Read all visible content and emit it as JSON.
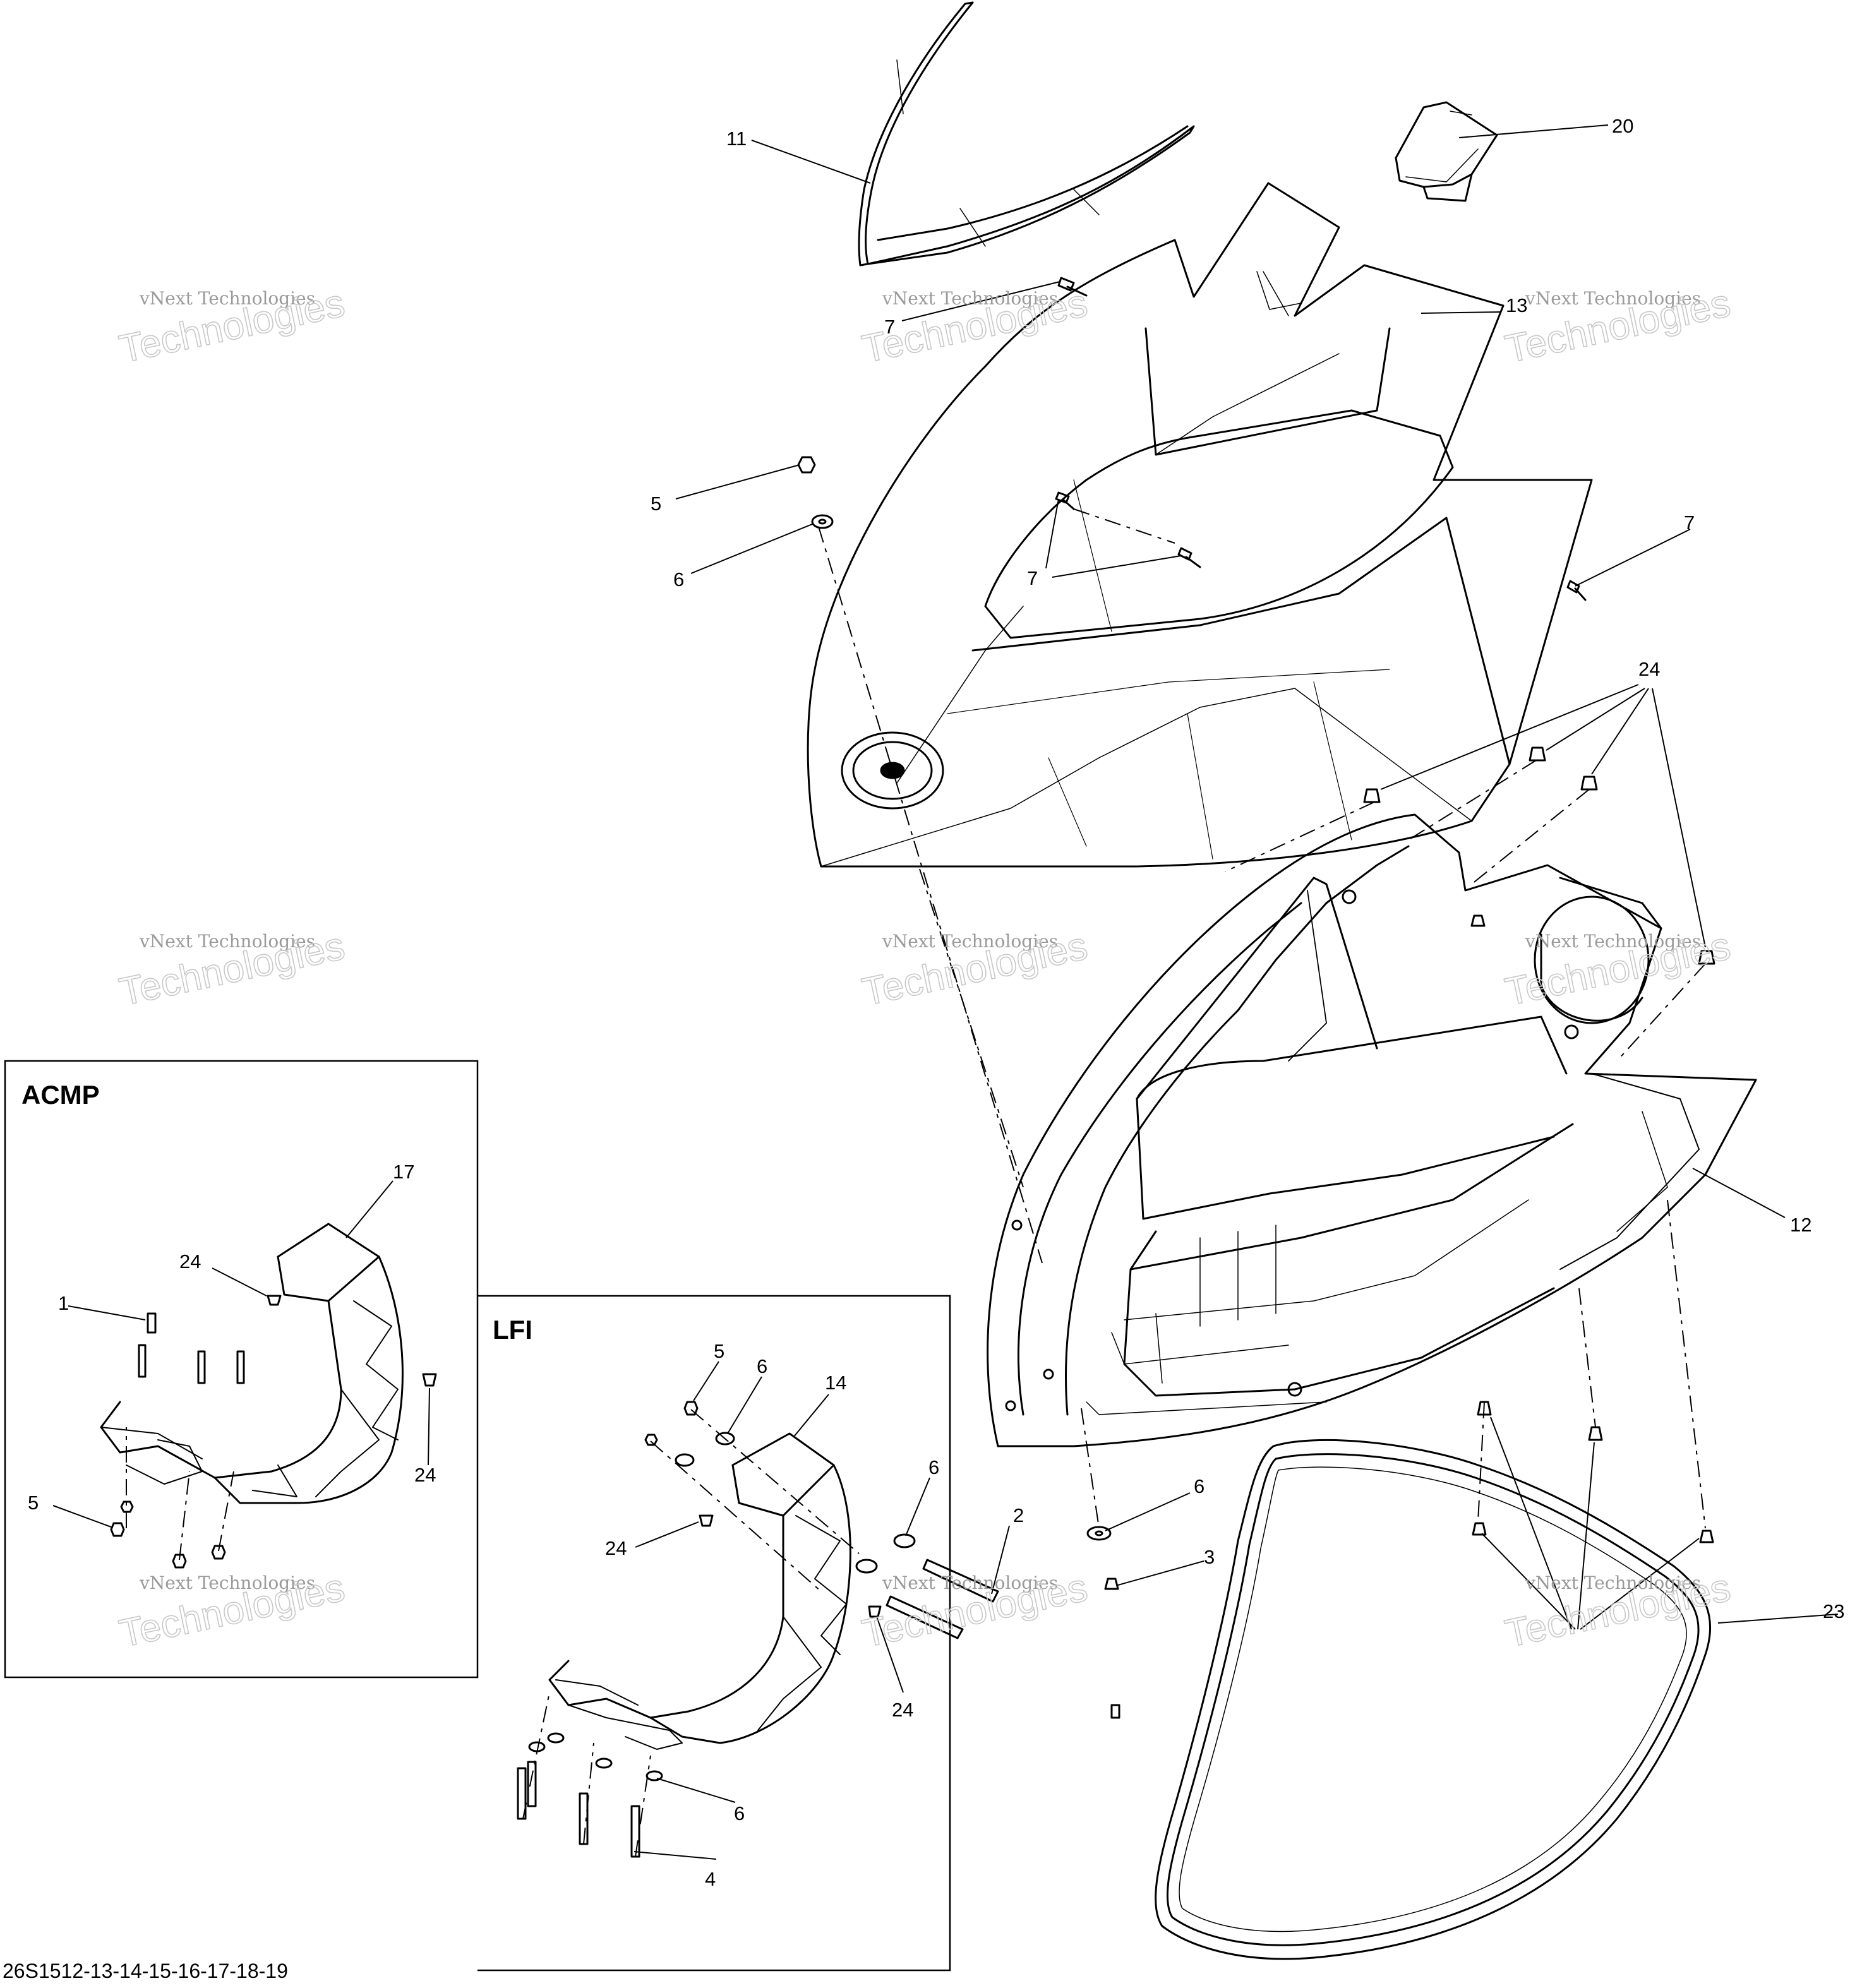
{
  "diagram": {
    "drawing_code": "26S1512-13-14-15-16-17-18-19",
    "watermark": {
      "line1": "vNext Technologies",
      "line2": "Technologies"
    },
    "insets": [
      {
        "id": "acmp",
        "title": "ACMP"
      },
      {
        "id": "lfi",
        "title": "LFI"
      }
    ],
    "callouts": [
      {
        "id": "c11",
        "text": "11"
      },
      {
        "id": "c20",
        "text": "20"
      },
      {
        "id": "c7a",
        "text": "7"
      },
      {
        "id": "c13",
        "text": "13"
      },
      {
        "id": "c5a",
        "text": "5"
      },
      {
        "id": "c6a",
        "text": "6"
      },
      {
        "id": "c7b",
        "text": "7"
      },
      {
        "id": "c7c",
        "text": "7"
      },
      {
        "id": "c24a",
        "text": "24"
      },
      {
        "id": "c12",
        "text": "12"
      },
      {
        "id": "c17",
        "text": "17"
      },
      {
        "id": "c24b",
        "text": "24"
      },
      {
        "id": "c1",
        "text": "1"
      },
      {
        "id": "c24c",
        "text": "24"
      },
      {
        "id": "c5b",
        "text": "5"
      },
      {
        "id": "c5c",
        "text": "5"
      },
      {
        "id": "c6b",
        "text": "6"
      },
      {
        "id": "c14",
        "text": "14"
      },
      {
        "id": "c6c",
        "text": "6"
      },
      {
        "id": "c2",
        "text": "2"
      },
      {
        "id": "c24d",
        "text": "24"
      },
      {
        "id": "c24e",
        "text": "24"
      },
      {
        "id": "c6d",
        "text": "6"
      },
      {
        "id": "c4",
        "text": "4"
      },
      {
        "id": "c6e",
        "text": "6"
      },
      {
        "id": "c3",
        "text": "3"
      },
      {
        "id": "c23",
        "text": "23"
      }
    ]
  }
}
